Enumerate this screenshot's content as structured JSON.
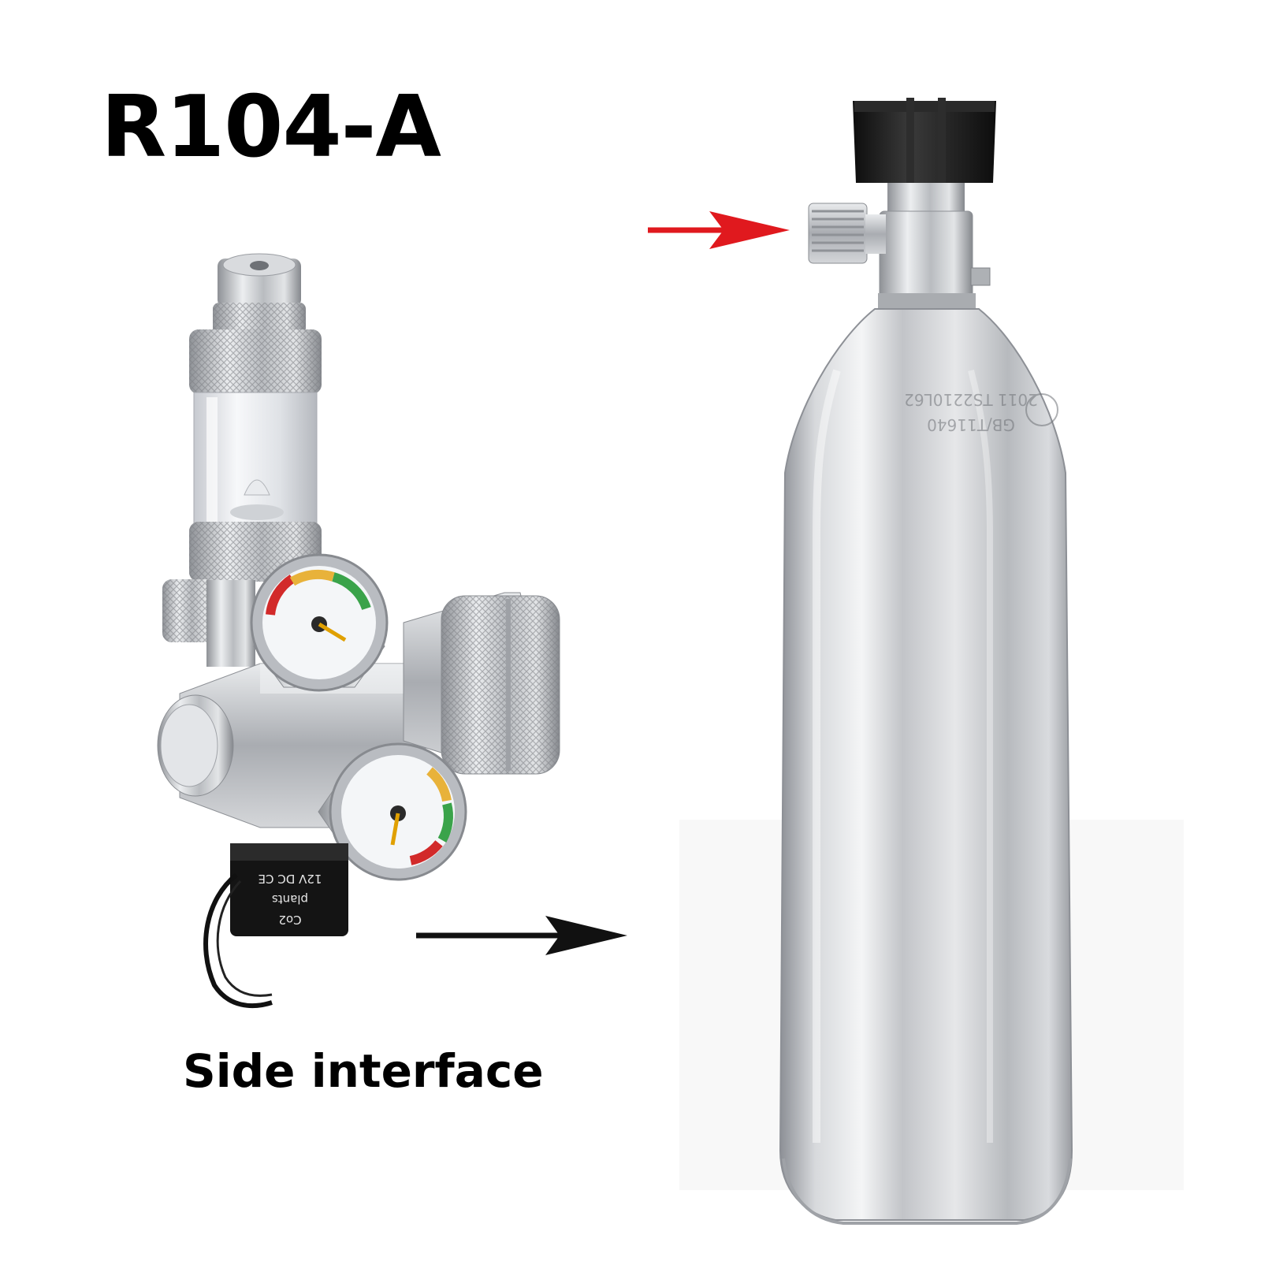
{
  "title": "R104-A",
  "caption": "Side interface",
  "regulator": {
    "solenoid_text": [
      "Co2",
      "plants",
      "12V DC CE"
    ]
  },
  "cylinder": {
    "embossed_text": [
      "GB/T11640",
      "2011 TS2210L62"
    ]
  },
  "colors": {
    "red_arrow": "#e0191e",
    "black_arrow": "#111111",
    "valve_cap": "#1a1a1a",
    "aluminum": "#c9cbcf"
  }
}
